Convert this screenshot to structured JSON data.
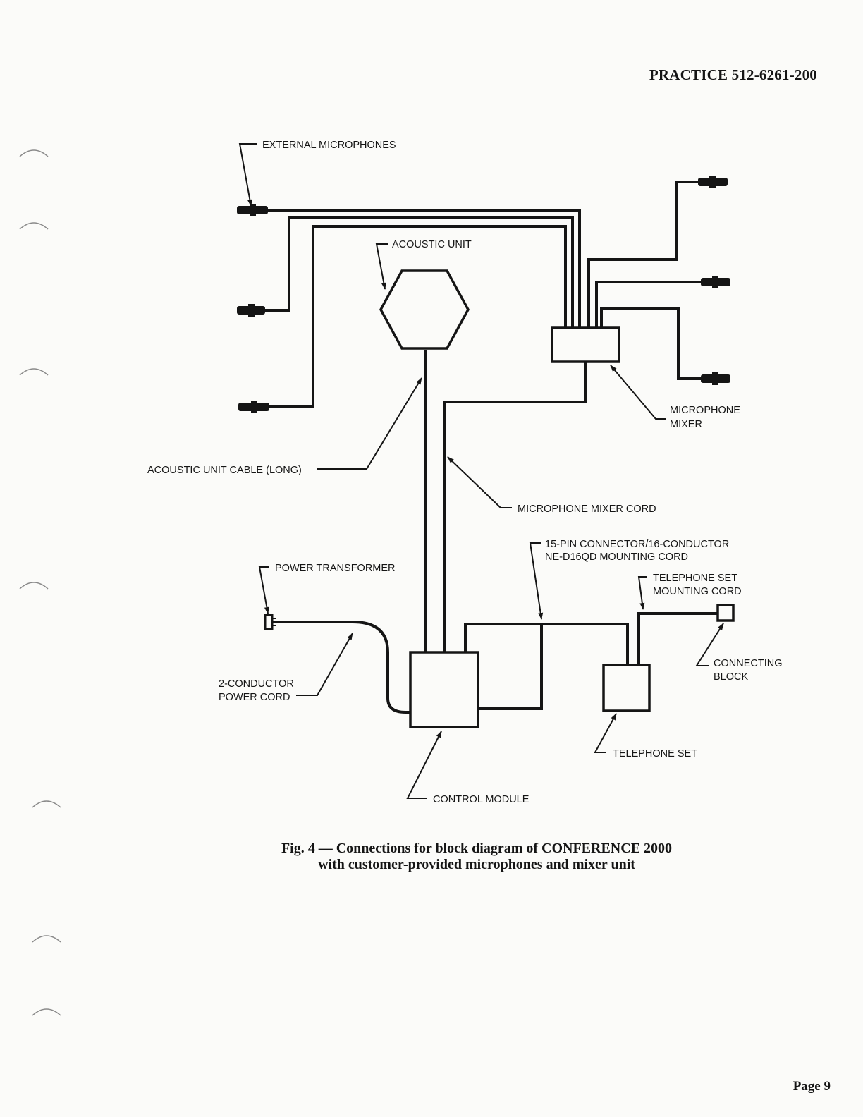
{
  "header": {
    "practice": "PRACTICE 512-6261-200"
  },
  "figure": {
    "caption_line1": "Fig. 4 — Connections for block diagram of CONFERENCE 2000",
    "caption_line2": "with customer-provided microphones and mixer unit"
  },
  "labels": {
    "external_microphones": "EXTERNAL MICROPHONES",
    "acoustic_unit": "ACOUSTIC UNIT",
    "microphone_mixer_line1": "MICROPHONE",
    "microphone_mixer_line2": "MIXER",
    "acoustic_unit_cable": "ACOUSTIC UNIT CABLE (LONG)",
    "microphone_mixer_cord": "MICROPHONE MIXER CORD",
    "connector_line1": "15-PIN CONNECTOR/16-CONDUCTOR",
    "connector_line2": "NE-D16QD MOUNTING CORD",
    "power_transformer": "POWER TRANSFORMER",
    "telephone_set_mounting_cord_line1": "TELEPHONE SET",
    "telephone_set_mounting_cord_line2": "MOUNTING CORD",
    "connecting_block_line1": "CONNECTING",
    "connecting_block_line2": "BLOCK",
    "power_cord_line1": "2-CONDUCTOR",
    "power_cord_line2": "POWER CORD",
    "telephone_set": "TELEPHONE SET",
    "control_module": "CONTROL MODULE"
  },
  "footer": {
    "page": "Page 9"
  }
}
